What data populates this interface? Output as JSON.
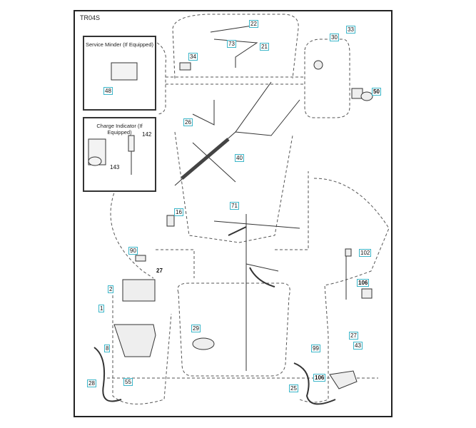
{
  "diagram_code": "TR04S",
  "insets": {
    "service_minder": "Service Minder (If Equipped)",
    "charge_indicator": "Charge Indicator (If Equipped)"
  },
  "part_labels": [
    "22",
    "73",
    "21",
    "34",
    "30",
    "33",
    "50",
    "48",
    "26",
    "40",
    "16",
    "71",
    "90",
    "2",
    "1",
    "8",
    "28",
    "55",
    "29",
    "102",
    "106",
    "27",
    "43",
    "99",
    "106",
    "25"
  ],
  "plain_labels": {
    "p142": "142",
    "p143": "143",
    "p27": "27"
  },
  "colors": {
    "label_border": "#3cb6c9",
    "line": "#222222"
  }
}
